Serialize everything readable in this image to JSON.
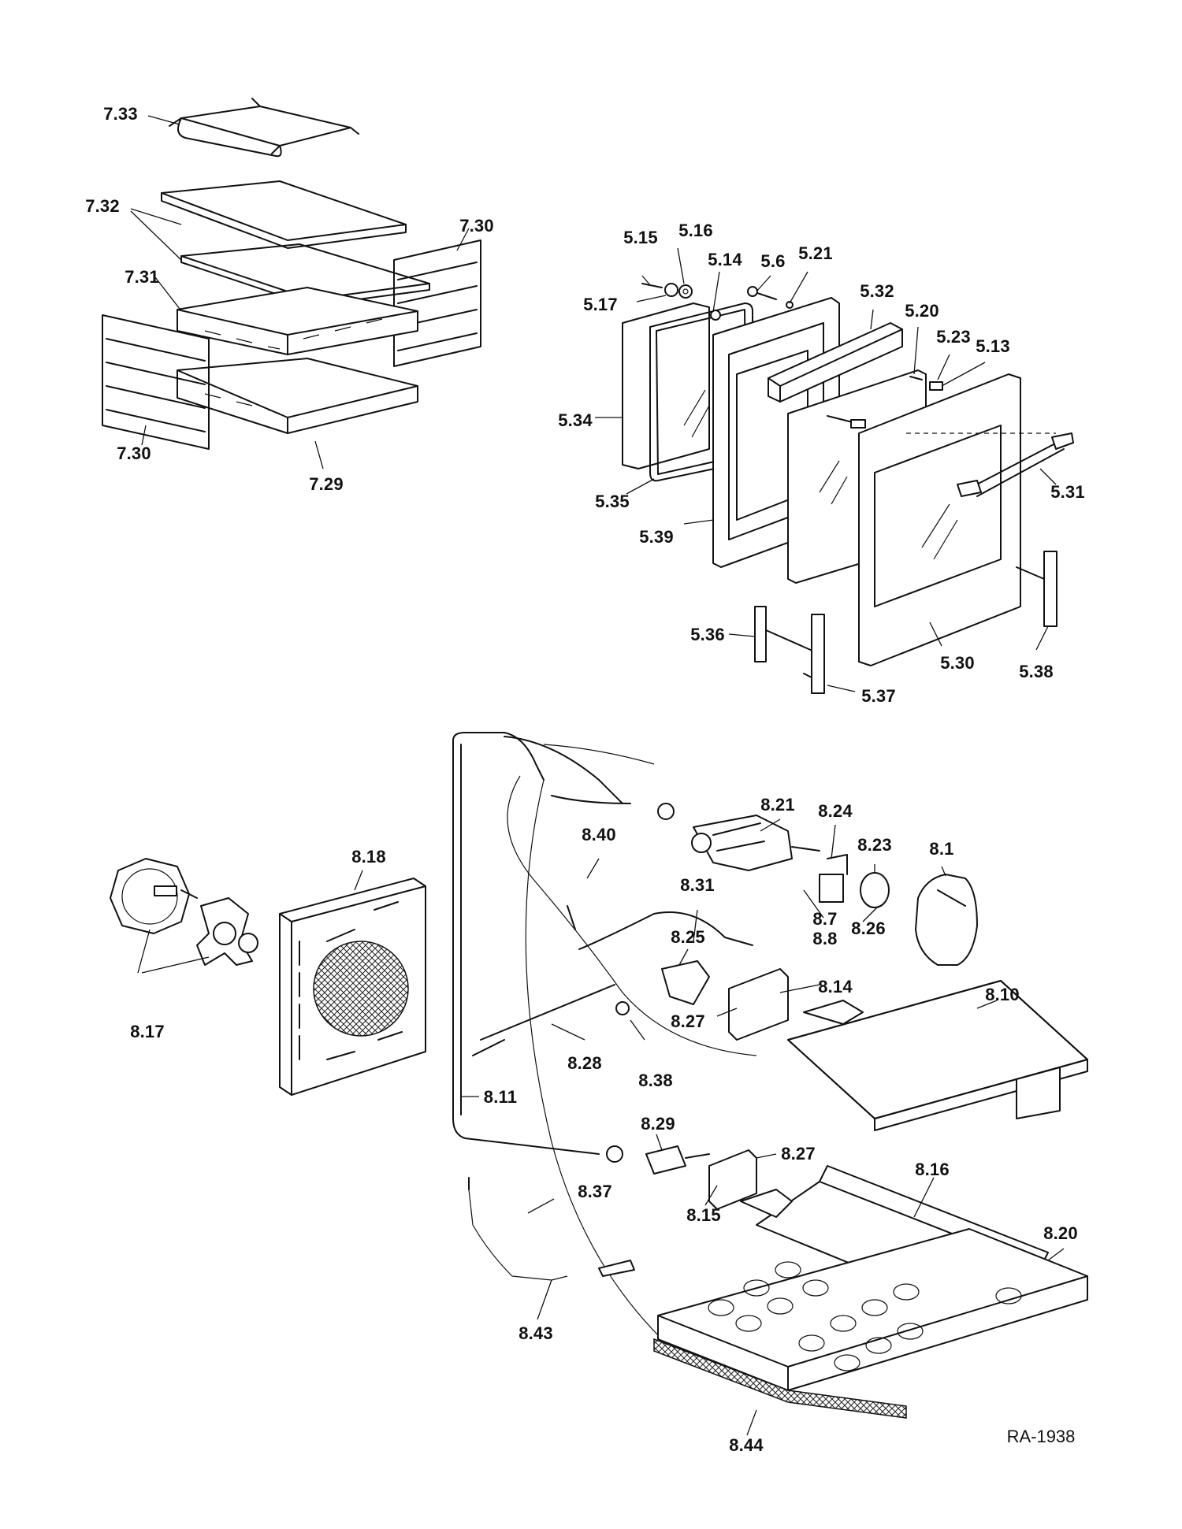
{
  "diagram": {
    "reference": "RA-1938",
    "labels": {
      "l7_33": "7.33",
      "l7_32": "7.32",
      "l7_31": "7.31",
      "l7_30a": "7.30",
      "l7_30b": "7.30",
      "l7_29": "7.29",
      "l5_15": "5.15",
      "l5_16": "5.16",
      "l5_14": "5.14",
      "l5_6": "5.6",
      "l5_21": "5.21",
      "l5_17": "5.17",
      "l5_32": "5.32",
      "l5_20": "5.20",
      "l5_23": "5.23",
      "l5_13": "5.13",
      "l5_34": "5.34",
      "l5_31": "5.31",
      "l5_35": "5.35",
      "l5_39": "5.39",
      "l5_36": "5.36",
      "l5_30": "5.30",
      "l5_38": "5.38",
      "l5_37": "5.37",
      "l8_21": "8.21",
      "l8_24": "8.24",
      "l8_40": "8.40",
      "l8_23": "8.23",
      "l8_1": "8.1",
      "l8_18": "8.18",
      "l8_31": "8.31",
      "l8_7": "8.7",
      "l8_8": "8.8",
      "l8_26": "8.26",
      "l8_25": "8.25",
      "l8_14": "8.14",
      "l8_10": "8.10",
      "l8_17": "8.17",
      "l8_27a": "8.27",
      "l8_28": "8.28",
      "l8_38": "8.38",
      "l8_11": "8.11",
      "l8_29": "8.29",
      "l8_27b": "8.27",
      "l8_16": "8.16",
      "l8_37": "8.37",
      "l8_15": "8.15",
      "l8_20": "8.20",
      "l8_43": "8.43",
      "l8_44": "8.44"
    }
  }
}
